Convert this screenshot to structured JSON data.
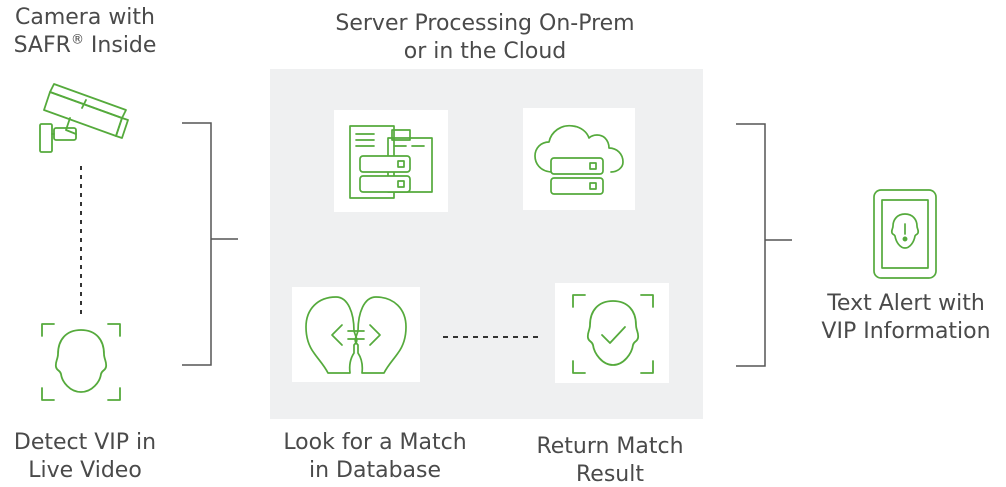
{
  "colors": {
    "accent_green": "#55aa3c",
    "panel_gray": "#eff0f1",
    "text_gray": "#4a4a4a",
    "line_gray": "#555555"
  },
  "camera": {
    "title_line1": "Camera with",
    "title_line2_prefix": "SAFR",
    "title_line2_reg": "®",
    "title_line2_suffix": " Inside",
    "icon": "security-camera-icon"
  },
  "detect": {
    "line1": "Detect VIP in",
    "line2": "Live Video",
    "icon": "face-scan-icon"
  },
  "server": {
    "line1": "Server Processing On-Prem",
    "line2": "or in the Cloud",
    "icons": [
      "database-server-icon",
      "cloud-server-icon"
    ]
  },
  "match": {
    "line1": "Look for a Match",
    "line2": "in Database",
    "icon": "face-compare-icon"
  },
  "result": {
    "line1": "Return Match",
    "line2": "Result",
    "icon": "face-verified-icon"
  },
  "alert": {
    "line1": "Text Alert with",
    "line2": "VIP Information",
    "icon": "phone-alert-icon"
  }
}
